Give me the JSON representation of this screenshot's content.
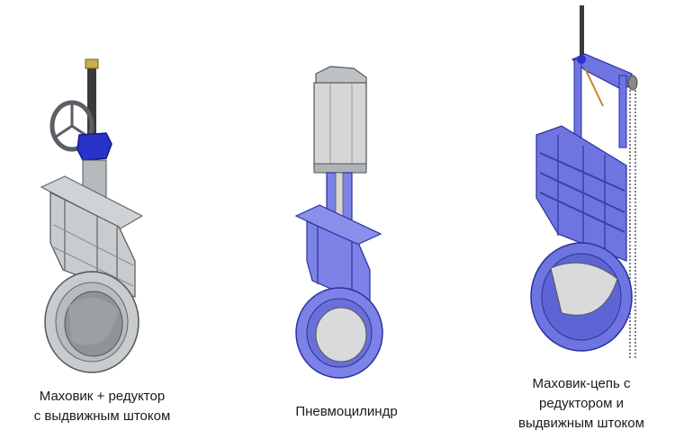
{
  "valves": [
    {
      "caption_line1": "Маховик + редуктор",
      "caption_line2": "с выдвижным штоком",
      "body_color": "#c8cccf",
      "actuator_color": "#2a33c9"
    },
    {
      "caption_line1": "Пневмоцилиндр",
      "body_color": "#7c82e6",
      "actuator_color": "#d4d6d8"
    },
    {
      "caption_line1": "Маховик-цепь с",
      "caption_line2": "редуктором и",
      "caption_line3": "выдвижным штоком",
      "body_color": "#6e74e0",
      "actuator_color": "#2a33c9"
    }
  ]
}
